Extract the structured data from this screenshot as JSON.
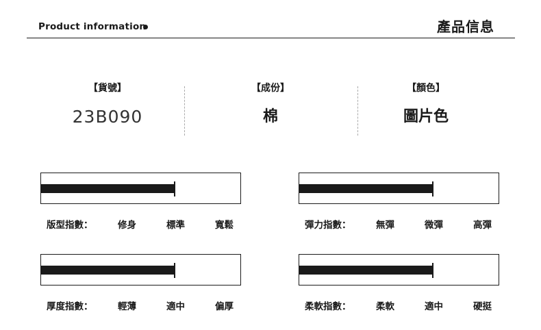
{
  "header": {
    "title_en": "Product information",
    "title_zh": "產品信息"
  },
  "info": {
    "item_no": {
      "label": "【貨號】",
      "value": "23B090"
    },
    "material": {
      "label": "【成份】",
      "value": "棉"
    },
    "color": {
      "label": "【顏色】",
      "value": "圖片色"
    }
  },
  "indices": [
    {
      "label": "版型指數：",
      "options": [
        "修身",
        "標準",
        "寬鬆"
      ],
      "level": 0.67
    },
    {
      "label": "彈力指數：",
      "options": [
        "無彈",
        "微彈",
        "高彈"
      ],
      "level": 0.67
    },
    {
      "label": "厚度指數：",
      "options": [
        "輕薄",
        "適中",
        "偏厚"
      ],
      "level": 0.67
    },
    {
      "label": "柔軟指數：",
      "options": [
        "柔軟",
        "適中",
        "硬挺"
      ],
      "level": 0.67
    }
  ]
}
